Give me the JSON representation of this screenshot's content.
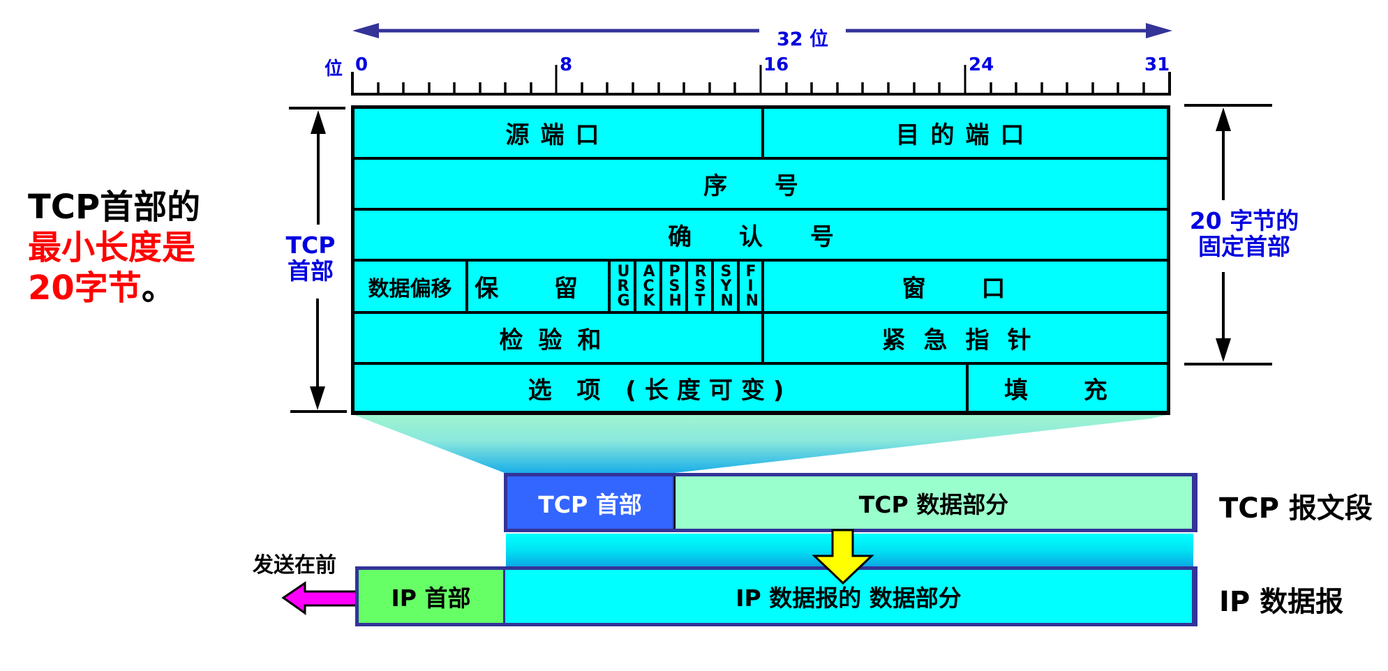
{
  "ruler": {
    "width_label": "32 位",
    "unit_label": "位",
    "ticks": [
      "0",
      "8",
      "16",
      "24",
      "31"
    ]
  },
  "left_note": {
    "line1": "TCP首部的",
    "line2": "最小长度是",
    "line3_red": "20字节",
    "line3_end": "。"
  },
  "tcp_header_side_label": {
    "line1": "TCP",
    "line2": "首部"
  },
  "fixed_header_label": {
    "line1": "20 字节的",
    "line2": "固定首部"
  },
  "header_fields": {
    "source_port": "源端口",
    "dest_port": "目的端口",
    "sequence_number": "序 号",
    "ack_number": "确 认 号",
    "data_offset": "数据偏移",
    "reserved": "保 留",
    "flags": [
      "URG",
      "ACK",
      "PSH",
      "RST",
      "SYN",
      "FIN"
    ],
    "window": "窗 口",
    "checksum": "检验和",
    "urgent_pointer": "紧急指针",
    "options": "选 项 (长度可变)",
    "padding": "填 充"
  },
  "tcp_segment": {
    "header": "TCP 首部",
    "data": "TCP 数据部分",
    "label": "TCP 报文段"
  },
  "ip_datagram": {
    "header": "IP 首部",
    "data": "IP 数据报的 数据部分",
    "label": "IP 数据报"
  },
  "send_first_label": "发送在前",
  "colors": {
    "field_bg": "#00ffff",
    "tcp_header_bg": "#3366ff",
    "tcp_data_bg": "#99ffcc",
    "ip_header_bg": "#66ff66",
    "ip_data_bg": "#00ffff",
    "box_border": "#333399",
    "ruler_arrow": "#333399",
    "label_blue": "#0000e0",
    "note_red": "#ff0000",
    "send_arrow": "#ff00ff",
    "down_arrow": "#ffff00"
  }
}
